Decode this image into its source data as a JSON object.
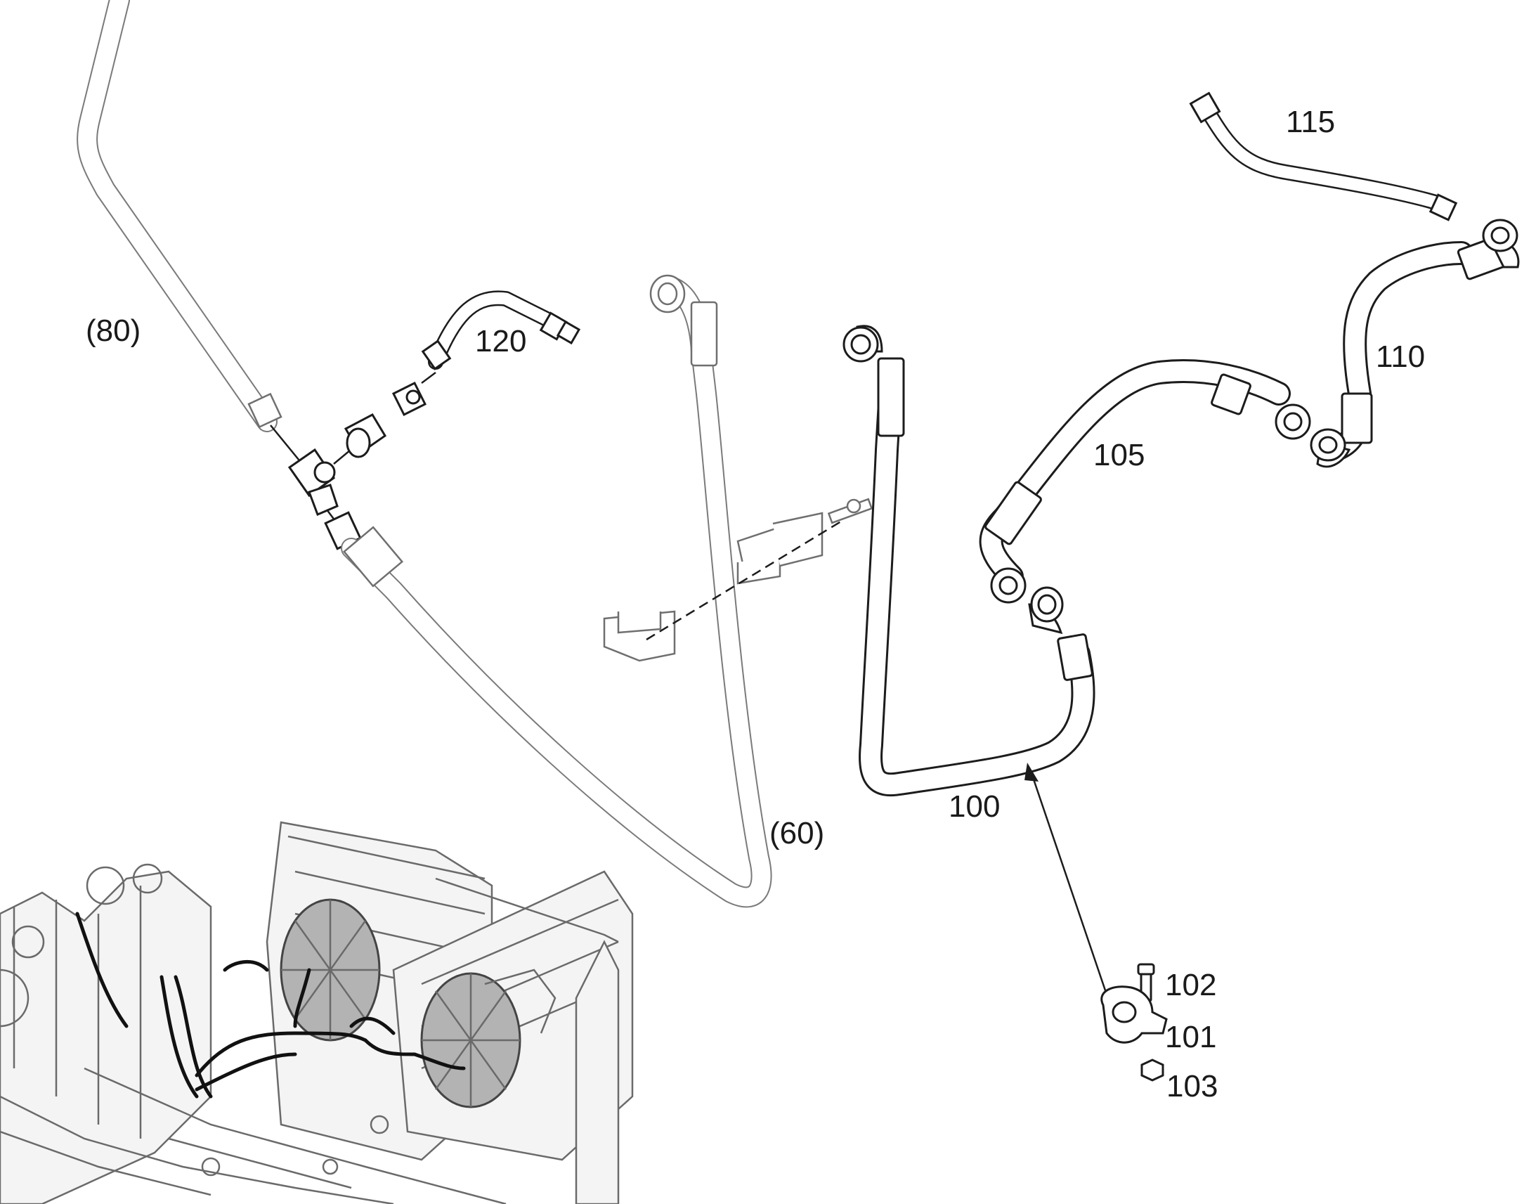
{
  "callouts": {
    "ref_80": "(80)",
    "ref_60": "(60)",
    "item_100": "100",
    "item_101": "101",
    "item_102": "102",
    "item_103": "103",
    "item_105": "105",
    "item_110": "110",
    "item_115": "115",
    "item_120": "120"
  },
  "colors": {
    "line": "#1c1c1c",
    "reference_line": "#7a7a7a",
    "fan_fill": "#b3b3b3",
    "background": "#ffffff"
  }
}
